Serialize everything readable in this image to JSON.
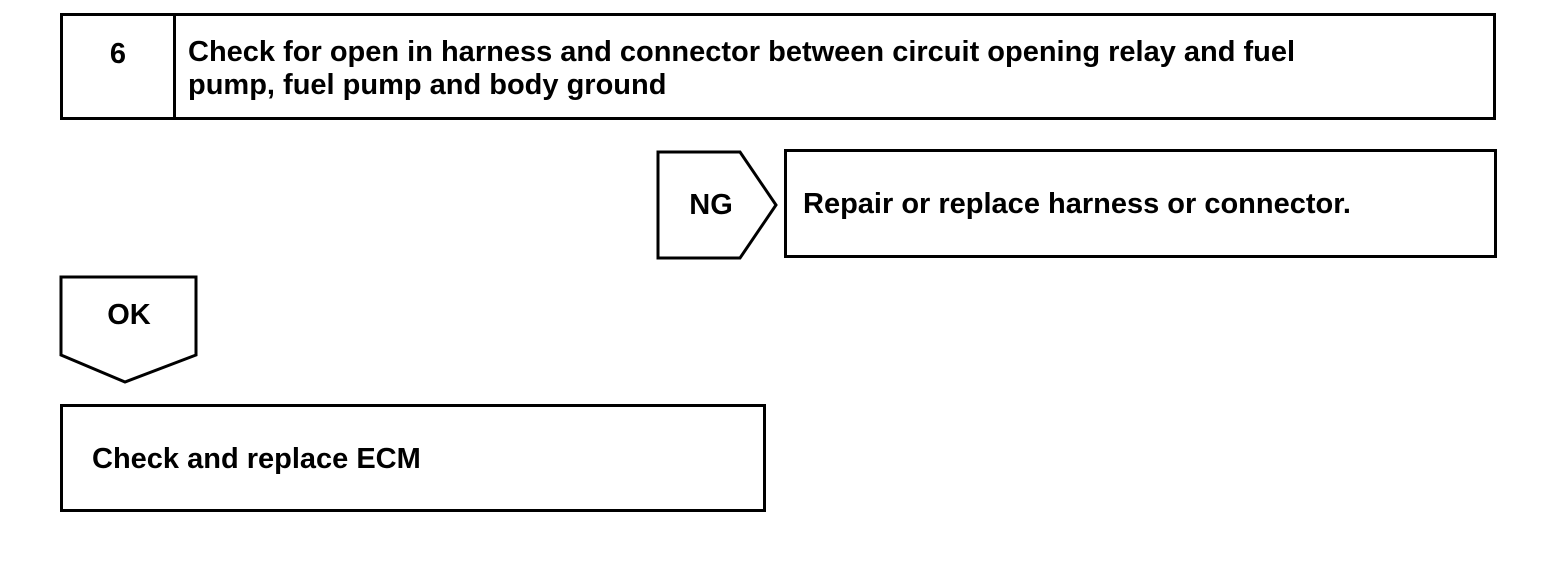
{
  "step": {
    "number": "6",
    "title_line1": "Check for open in harness and connector between circuit opening relay and fuel",
    "title_line2": "pump, fuel pump and body ground"
  },
  "ng_branch": {
    "label": "NG",
    "result": "Repair or replace harness or connector."
  },
  "ok_branch": {
    "label": "OK",
    "result": "Check and replace ECM"
  },
  "colors": {
    "line": "#000000",
    "background": "#ffffff"
  }
}
